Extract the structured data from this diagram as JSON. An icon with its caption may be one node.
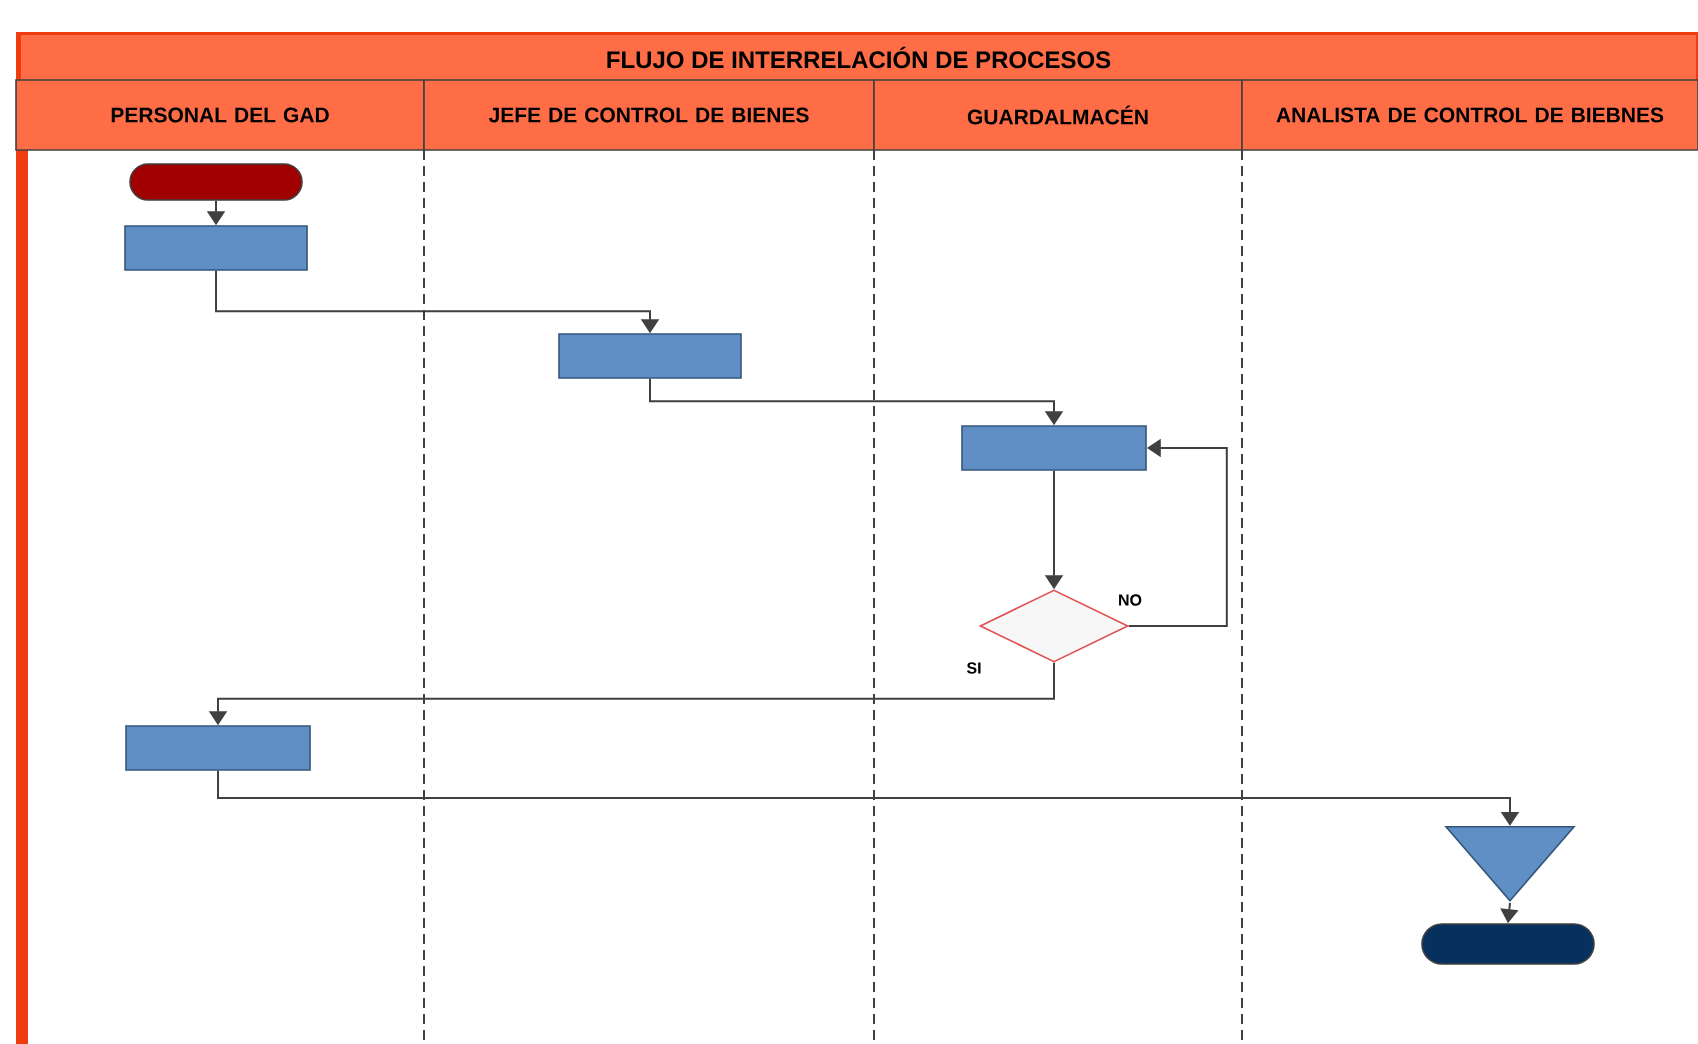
{
  "diagram": {
    "title": "FLUJO DE INTERRELACIÓN DE PROCESOS",
    "nodes": [
      {
        "text": [
          "PERSONAL DEL GAD"
        ]
      },
      {
        "text": [
          "JEFE DE CONTROL DE BIENES"
        ]
      },
      {
        "text": [
          "GUARDALMACÉN"
        ]
      },
      {
        "text": [
          "ANALISTA DE CONTROL DE BIEBNES"
        ]
      },
      {
        "text": [],
        "shape": "oval"
      },
      {
        "text": [],
        "shape": "box"
      },
      {
        "text": [],
        "shape": "box"
      },
      {
        "text": [],
        "shape": "box"
      },
      {
        "text": [],
        "shape": "diamond"
      },
      {
        "text": [],
        "shape": "box"
      },
      {
        "text": [],
        "shape": "triangle"
      },
      {
        "text": [],
        "shape": "oval"
      }
    ],
    "edges": [
      {
        "from": 4,
        "to": 5,
        "arrow": "to"
      },
      {
        "from": 5,
        "to": 6,
        "arrow": "to"
      },
      {
        "from": 6,
        "to": 7,
        "arrow": "to"
      },
      {
        "from": 7,
        "to": 8,
        "arrow": "to"
      },
      {
        "from": 8,
        "to": 7,
        "arrow": "to",
        "label": "NO"
      },
      {
        "from": 8,
        "to": 9,
        "arrow": "to",
        "label": "SI"
      },
      {
        "from": 9,
        "to": 10,
        "arrow": "to"
      },
      {
        "from": 10,
        "to": 11,
        "arrow": "to"
      }
    ]
  }
}
